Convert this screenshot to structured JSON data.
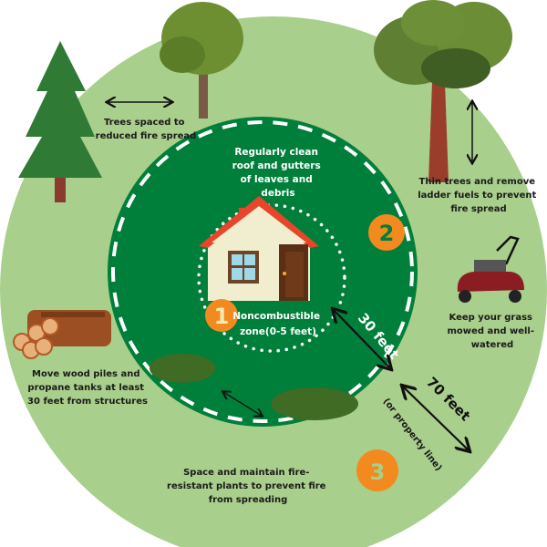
{
  "colors": {
    "outer_zone": "#a8cf8b",
    "inner_zone": "#007f3a",
    "badge": "#f28a1f",
    "roof": "#e8452a",
    "text_dark": "#1a1a1a"
  },
  "zones": [
    {
      "number": "1",
      "label_lines": [
        "Noncombustible",
        "zone(0-5 feet)"
      ]
    },
    {
      "number": "2",
      "distance": "30 feet"
    },
    {
      "number": "3",
      "distance": "70 feet",
      "distance_note": "(or property line)"
    }
  ],
  "tips": {
    "trees_spaced": [
      "Trees spaced to",
      "reduced fire spread"
    ],
    "roof_gutters": [
      "Regularly clean",
      "roof and gutters",
      "of leaves and",
      "debris"
    ],
    "thin_trees": [
      "Thin trees and remove",
      "ladder fuels to prevent",
      "fire spread"
    ],
    "grass": [
      "Keep your grass",
      "mowed and well-",
      "watered"
    ],
    "wood_piles": [
      "Move wood piles and",
      "propane tanks at least",
      "30 feet from structures"
    ],
    "plants": [
      "Space and maintain fire-",
      "resistant plants to prevent fire",
      "from spreading"
    ]
  }
}
